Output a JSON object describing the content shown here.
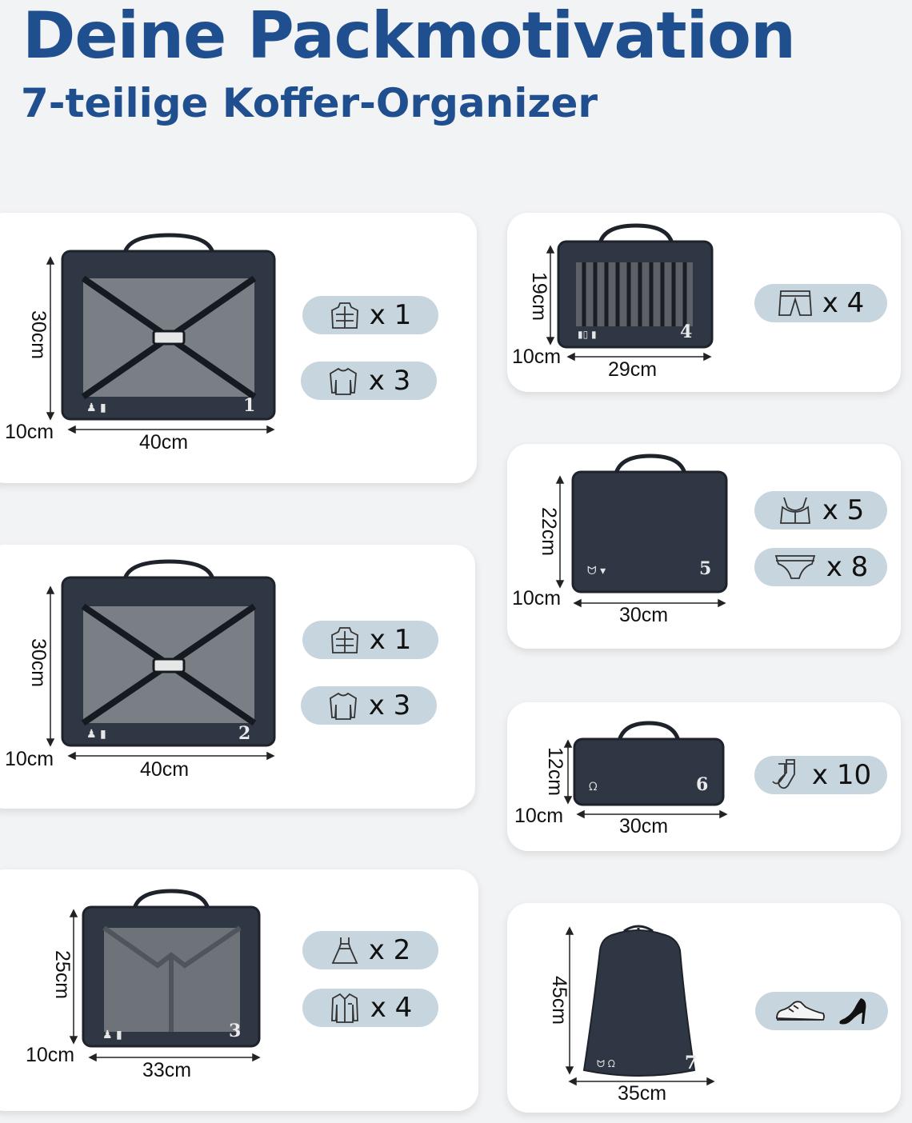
{
  "header": {
    "title": "Deine Packmotivation",
    "subtitle": "7-teilige Koffer-Organizer"
  },
  "colors": {
    "title_blue": "#1f4f8f",
    "bag_navy": "#2f3744",
    "pill_blue": "#c7d6de",
    "card_white": "#ffffff",
    "background": "#f2f3f5"
  },
  "bags": [
    {
      "number": "1",
      "height": "30cm",
      "depth": "10cm",
      "width": "40cm",
      "items": [
        {
          "icon": "jacket-icon",
          "qty": "x 1"
        },
        {
          "icon": "sweater-icon",
          "qty": "x 3"
        }
      ]
    },
    {
      "number": "2",
      "height": "30cm",
      "depth": "10cm",
      "width": "40cm",
      "items": [
        {
          "icon": "jacket-icon",
          "qty": "x 1"
        },
        {
          "icon": "sweater-icon",
          "qty": "x 3"
        }
      ]
    },
    {
      "number": "3",
      "height": "25cm",
      "depth": "10cm",
      "width": "33cm",
      "items": [
        {
          "icon": "dress-icon",
          "qty": "x 2"
        },
        {
          "icon": "shirt-icon",
          "qty": "x 4"
        }
      ]
    },
    {
      "number": "4",
      "height": "19cm",
      "depth": "10cm",
      "width": "29cm",
      "items": [
        {
          "icon": "shorts-icon",
          "qty": "x 4"
        }
      ]
    },
    {
      "number": "5",
      "height": "22cm",
      "depth": "10cm",
      "width": "30cm",
      "items": [
        {
          "icon": "bra-icon",
          "qty": "x 5"
        },
        {
          "icon": "underwear-icon",
          "qty": "x 8"
        }
      ]
    },
    {
      "number": "6",
      "height": "12cm",
      "depth": "10cm",
      "width": "30cm",
      "items": [
        {
          "icon": "socks-icon",
          "qty": "x 10"
        }
      ]
    },
    {
      "number": "7",
      "height": "45cm",
      "width": "35cm",
      "items": [
        {
          "icons": [
            "sneaker-icon",
            "high-heel-icon"
          ]
        }
      ]
    }
  ]
}
